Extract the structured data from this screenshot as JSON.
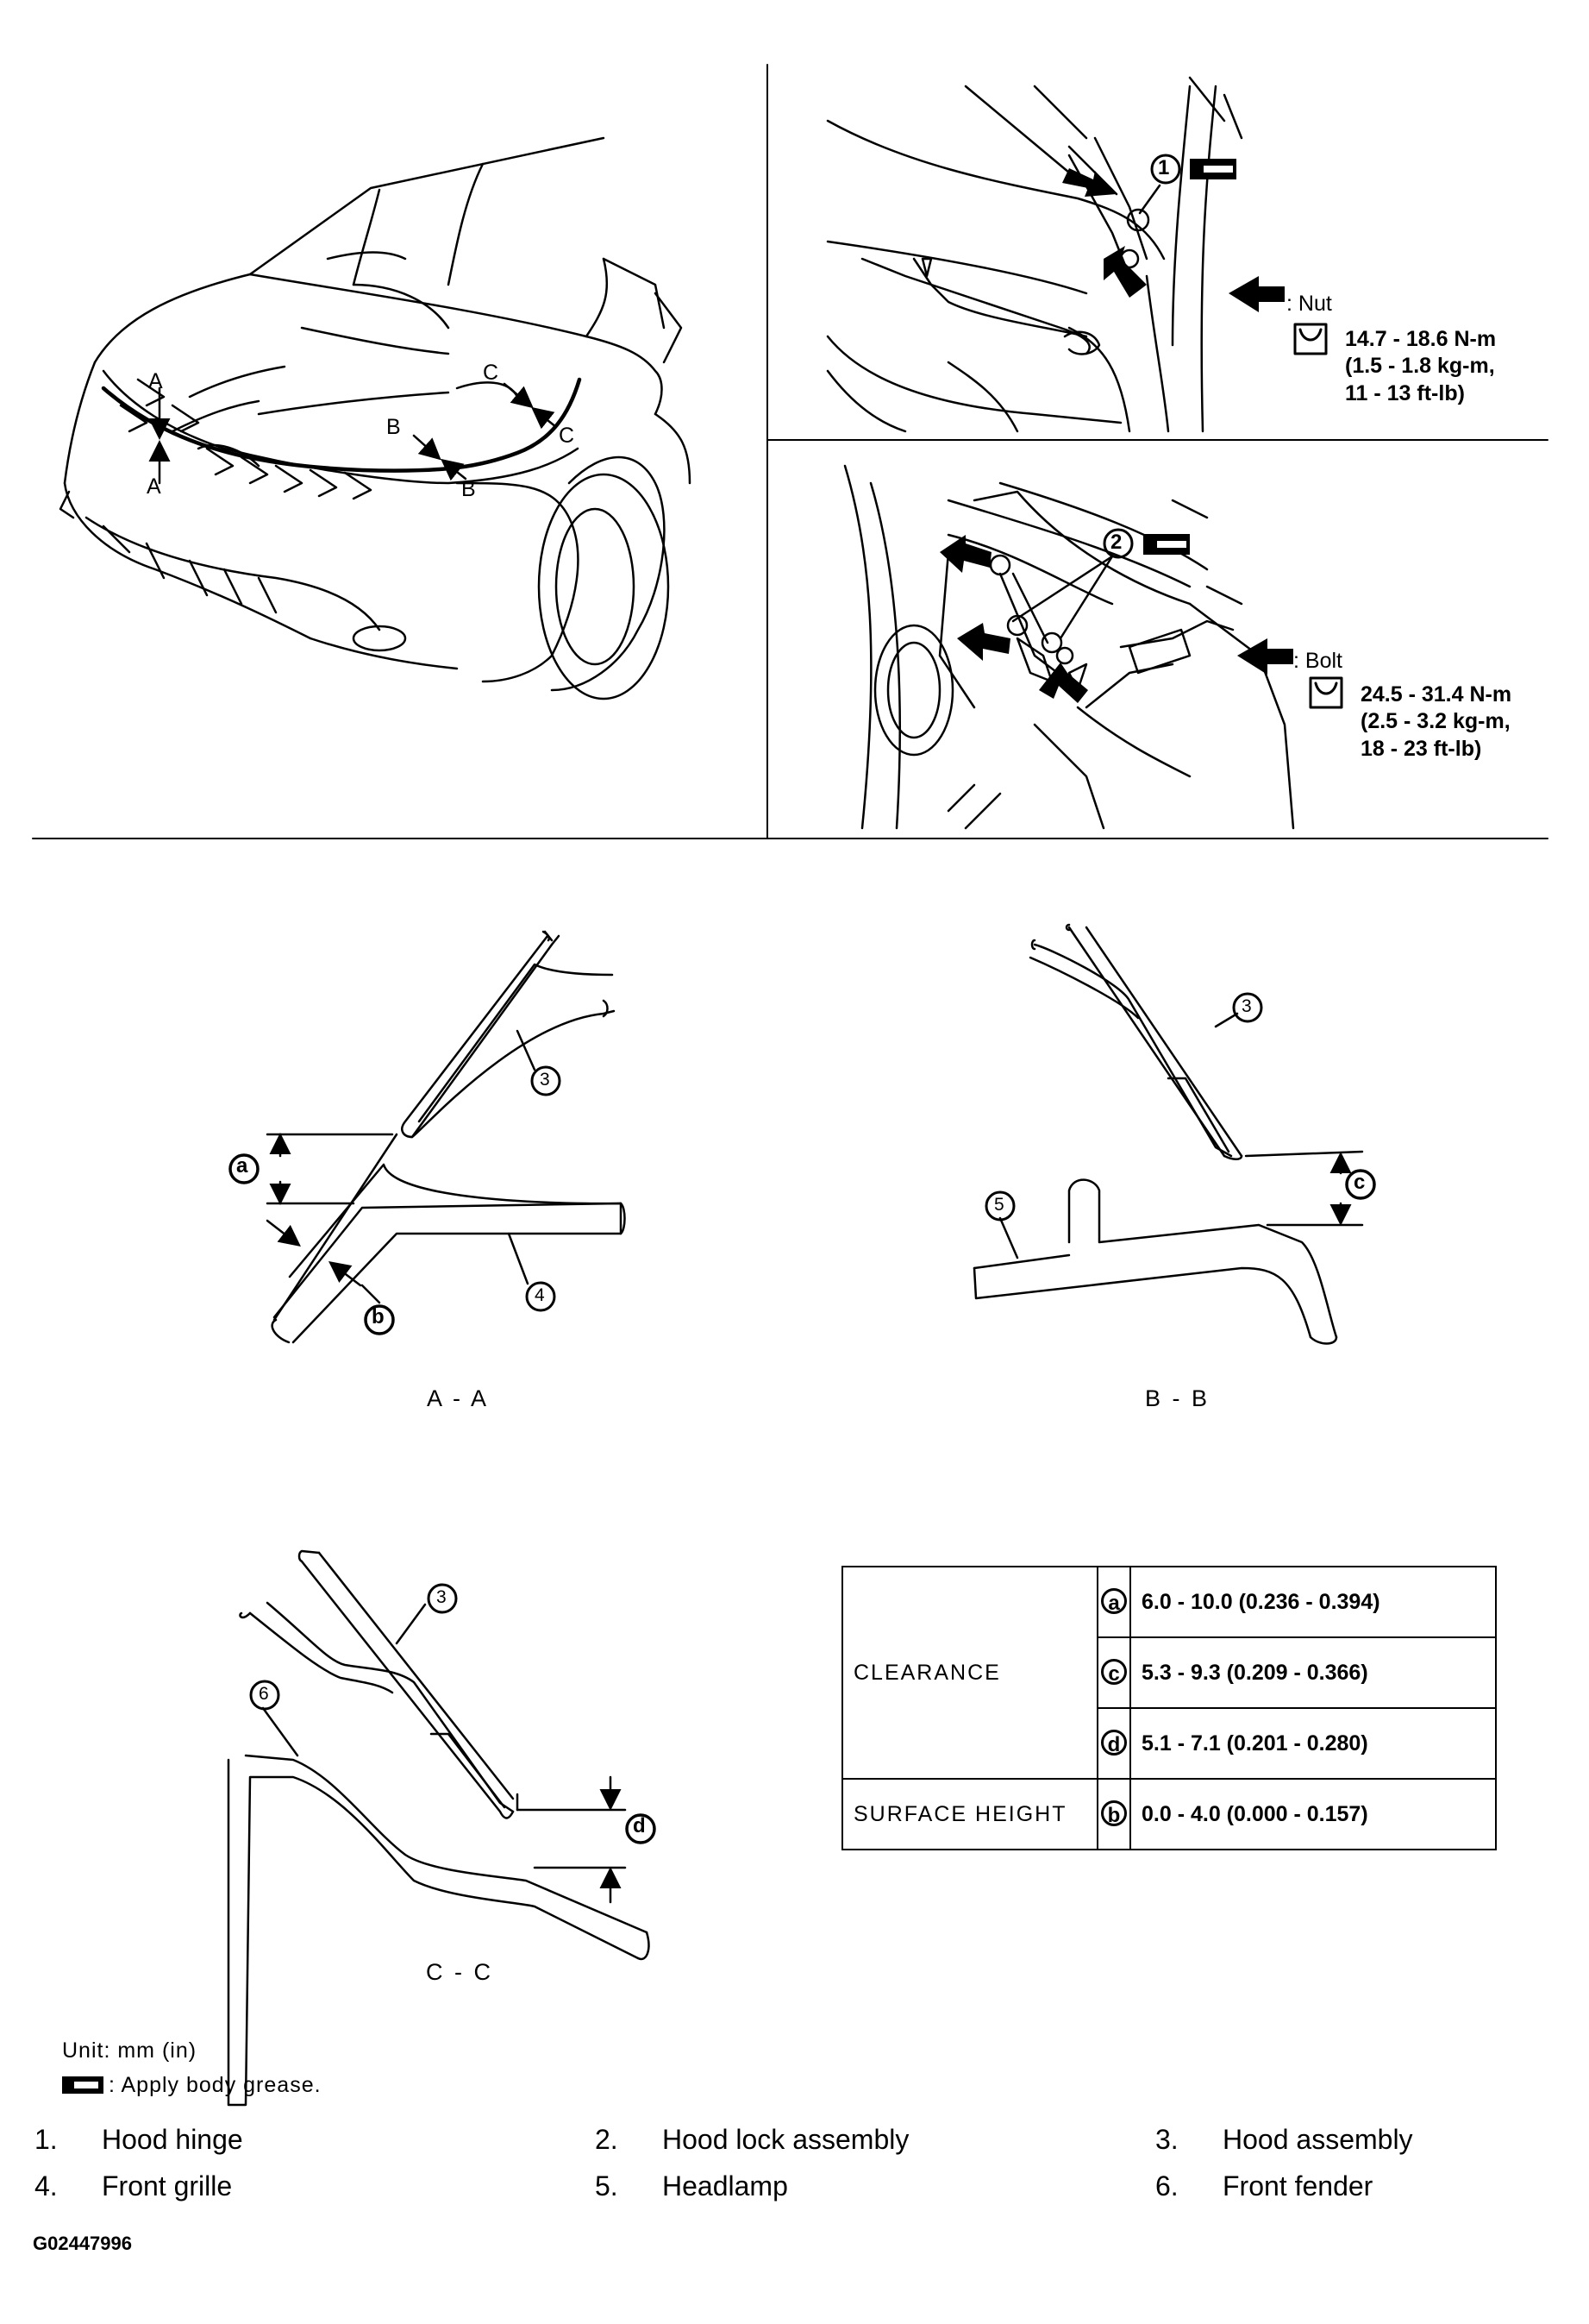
{
  "view_labels": {
    "a_top": "A",
    "a_bot": "A",
    "b_top": "B",
    "b_bot": "B",
    "c_top": "C",
    "c_bot": "C"
  },
  "callouts": {
    "n1": "1",
    "n2": "2",
    "n3": "3",
    "n4": "4",
    "n5": "5",
    "n6": "6",
    "a": "a",
    "b": "b",
    "c": "c",
    "d": "d"
  },
  "nut_spec": {
    "label": ": Nut",
    "line1": "14.7 - 18.6 N-m",
    "line2": "(1.5 - 1.8 kg-m,",
    "line3": "11 - 13 ft-lb)"
  },
  "bolt_spec": {
    "label": ": Bolt",
    "line1": "24.5 - 31.4 N-m",
    "line2": "(2.5 - 3.2 kg-m,",
    "line3": "18 - 23 ft-lb)"
  },
  "sections": {
    "aa": "A - A",
    "bb": "B - B",
    "cc": "C - C"
  },
  "table": {
    "clearance_label": "CLEARANCE",
    "surface_label": "SURFACE HEIGHT",
    "rows": [
      {
        "sym": "a",
        "value": "6.0 - 10.0 (0.236 - 0.394)"
      },
      {
        "sym": "c",
        "value": "5.3 - 9.3 (0.209 - 0.366)"
      },
      {
        "sym": "d",
        "value": "5.1 - 7.1 (0.201 - 0.280)"
      },
      {
        "sym": "b",
        "value": "0.0 - 4.0 (0.000 - 0.157)"
      }
    ]
  },
  "notes": {
    "unit": "Unit: mm (in)",
    "grease": ": Apply body grease."
  },
  "legend": [
    {
      "num": "1.",
      "text": "Hood hinge"
    },
    {
      "num": "2.",
      "text": "Hood lock assembly"
    },
    {
      "num": "3.",
      "text": "Hood assembly"
    },
    {
      "num": "4.",
      "text": "Front grille"
    },
    {
      "num": "5.",
      "text": "Headlamp"
    },
    {
      "num": "6.",
      "text": "Front fender"
    }
  ],
  "figure_id": "G02447996"
}
